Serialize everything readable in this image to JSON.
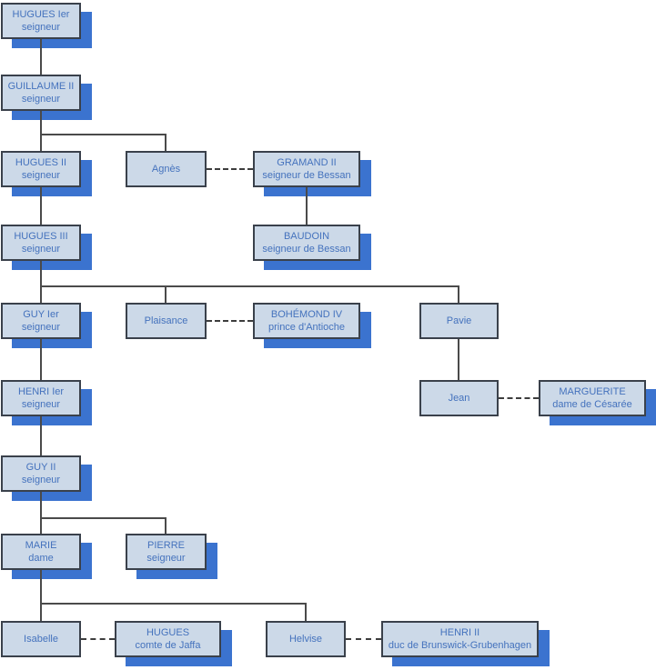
{
  "diagram": {
    "type": "family-tree",
    "description": "Genealogy chart of seigneurs"
  },
  "colors": {
    "node_fill": "#ccd9e8",
    "node_border": "#3a414b",
    "node_shadow": "#3b73cf",
    "text": "#4472bd",
    "connector_line": "#4a4a4a",
    "background": "#ffffff"
  },
  "nodes": {
    "hugues1": {
      "name": "HUGUES Ier",
      "title": "seigneur"
    },
    "guillaume2": {
      "name": "GUILLAUME II",
      "title": "seigneur"
    },
    "hugues2": {
      "name": "HUGUES II",
      "title": "seigneur"
    },
    "agnes": {
      "name": "Agnès",
      "title": ""
    },
    "gramand2": {
      "name": "GRAMAND II",
      "title": "seigneur de Bessan"
    },
    "hugues3": {
      "name": "HUGUES III",
      "title": "seigneur"
    },
    "baudoin": {
      "name": "BAUDOIN",
      "title": "seigneur de Bessan"
    },
    "guy1": {
      "name": "GUY Ier",
      "title": "seigneur"
    },
    "plaisance": {
      "name": "Plaisance",
      "title": ""
    },
    "bohemond4": {
      "name": "BOHÉMOND IV",
      "title": "prince d'Antioche"
    },
    "pavie": {
      "name": "Pavie",
      "title": ""
    },
    "henri1": {
      "name": "HENRI Ier",
      "title": "seigneur"
    },
    "jean": {
      "name": "Jean",
      "title": ""
    },
    "marguerite": {
      "name": "MARGUERITE",
      "title": "dame de Césarée"
    },
    "guy2": {
      "name": "GUY II",
      "title": "seigneur"
    },
    "marie": {
      "name": "MARIE",
      "title": "dame"
    },
    "pierre": {
      "name": "PIERRE",
      "title": "seigneur"
    },
    "isabelle": {
      "name": "Isabelle",
      "title": ""
    },
    "hugues_jaffa": {
      "name": "HUGUES",
      "title": "comte de Jaffa"
    },
    "helvise": {
      "name": "Helvise",
      "title": ""
    },
    "henri2": {
      "name": "HENRI II",
      "title": "duc de Brunswick-Grubenhagen"
    }
  }
}
